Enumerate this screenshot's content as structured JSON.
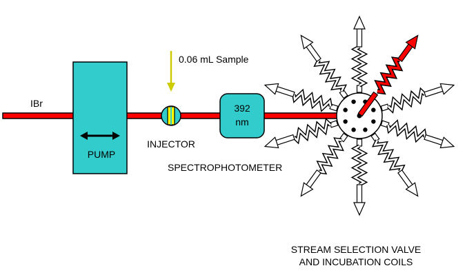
{
  "labels": {
    "inlet": "IBr",
    "sample": "0.06 mL Sample",
    "pump": "PUMP",
    "injector": "INJECTOR",
    "detector_line1": "392",
    "detector_line2": "nm",
    "detector_name": "SPECTROPHOTOMETER",
    "valve_line1": "STREAM SELECTION VALVE",
    "valve_line2": "AND INCUBATION COILS"
  },
  "colors": {
    "flow_line": "#ff0000",
    "pump_fill": "#33cccc",
    "detector_fill": "#33cccc",
    "injector_fill": "#33cccc",
    "injector_stripe": "#ffff00",
    "sample_arrow": "#cccc00",
    "coil_arrow": "#ffffff",
    "active_coil": "#ff0000",
    "outline": "#000000"
  },
  "valve": {
    "coil_count": 10,
    "active_coil_index": 1
  }
}
